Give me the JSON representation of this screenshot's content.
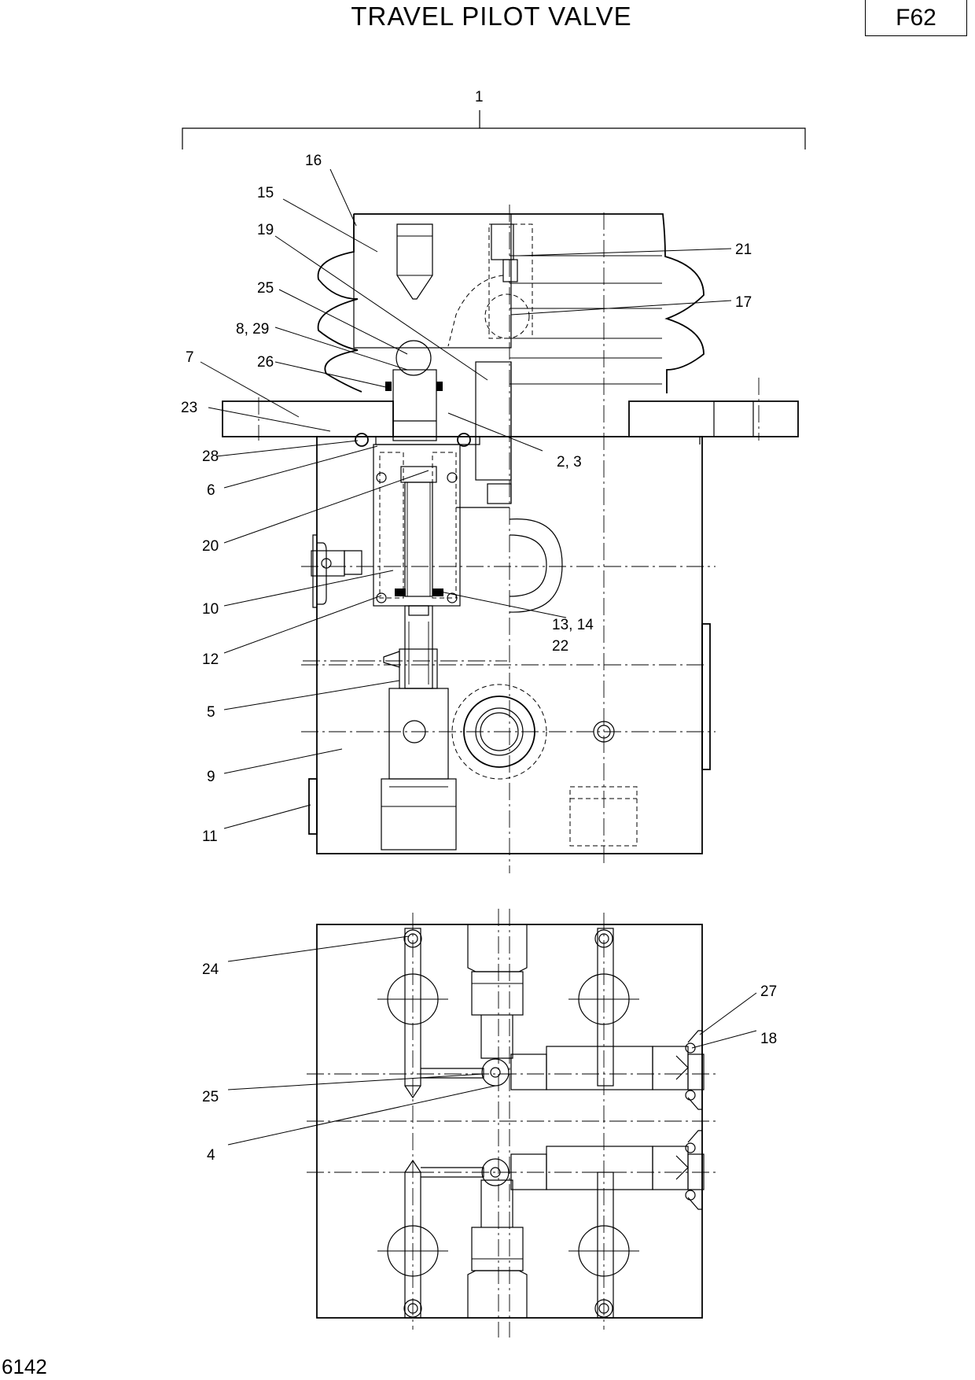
{
  "header": {
    "title": "TRAVEL PILOT VALVE",
    "page_code": "F62"
  },
  "footer": {
    "doc_number": "6142"
  },
  "callouts": {
    "c1": "1",
    "c16": "16",
    "c15": "15",
    "c19": "19",
    "c21": "21",
    "c25a": "25",
    "c17": "17",
    "c8_29": "8, 29",
    "c7": "7",
    "c26": "26",
    "c23": "23",
    "c28": "28",
    "c2_3": "2, 3",
    "c6": "6",
    "c20": "20",
    "c10": "10",
    "c13_14": "13, 14",
    "c22": "22",
    "c12": "12",
    "c5": "5",
    "c9": "9",
    "c11": "11",
    "c24": "24",
    "c27": "27",
    "c18": "18",
    "c25b": "25",
    "c4": "4"
  }
}
